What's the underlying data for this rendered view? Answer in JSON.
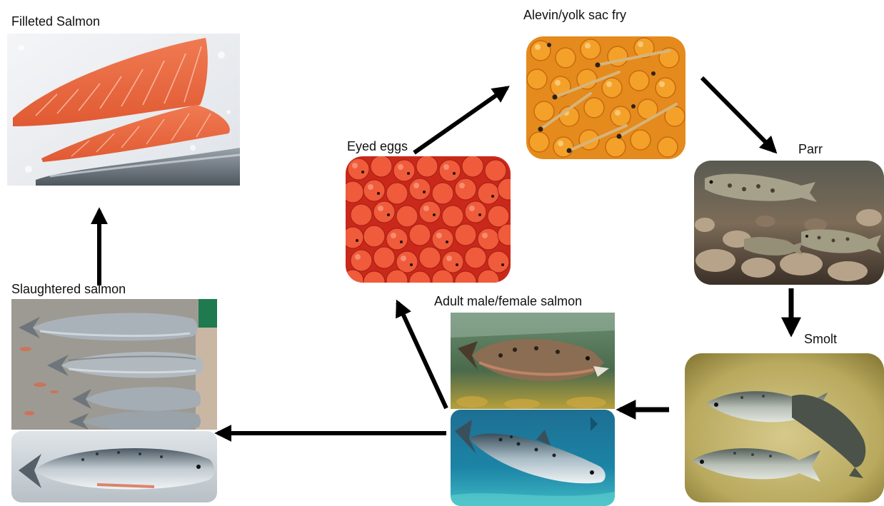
{
  "stages": {
    "filleted": "Filleted  Salmon",
    "alevin": "Alevin/yolk sac fry",
    "eyed_eggs": "Eyed eggs",
    "parr": "Parr",
    "slaughtered": "Slaughtered salmon",
    "adult": "Adult male/female salmon",
    "smolt": "Smolt"
  }
}
